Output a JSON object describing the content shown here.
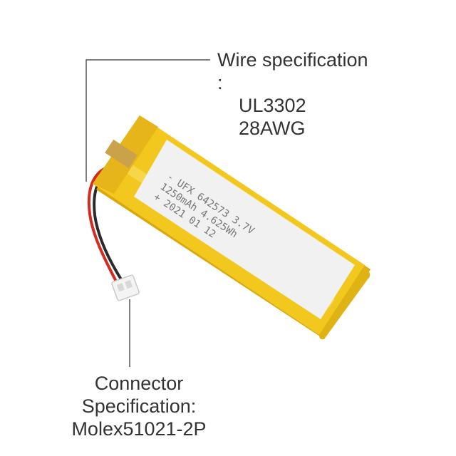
{
  "callouts": {
    "wire": {
      "line1": "Wire specification :",
      "line2": "UL3302 28AWG"
    },
    "connector": {
      "line1": "Connector Specification:",
      "line2": "Molex51021-2P"
    }
  },
  "battery_label": {
    "line1": "- UFX 642573 3.7V",
    "line2": "1250mAh 4.625Wh",
    "line3": "+ 2021 01 12"
  },
  "colors": {
    "battery_yellow": "#f2c81e",
    "battery_edge": "#d9a80c",
    "label_white": "#f1f1f1",
    "wire_red": "#d42a1f",
    "wire_black": "#2a2a2a",
    "callout_line": "#555555",
    "text": "#333333"
  }
}
